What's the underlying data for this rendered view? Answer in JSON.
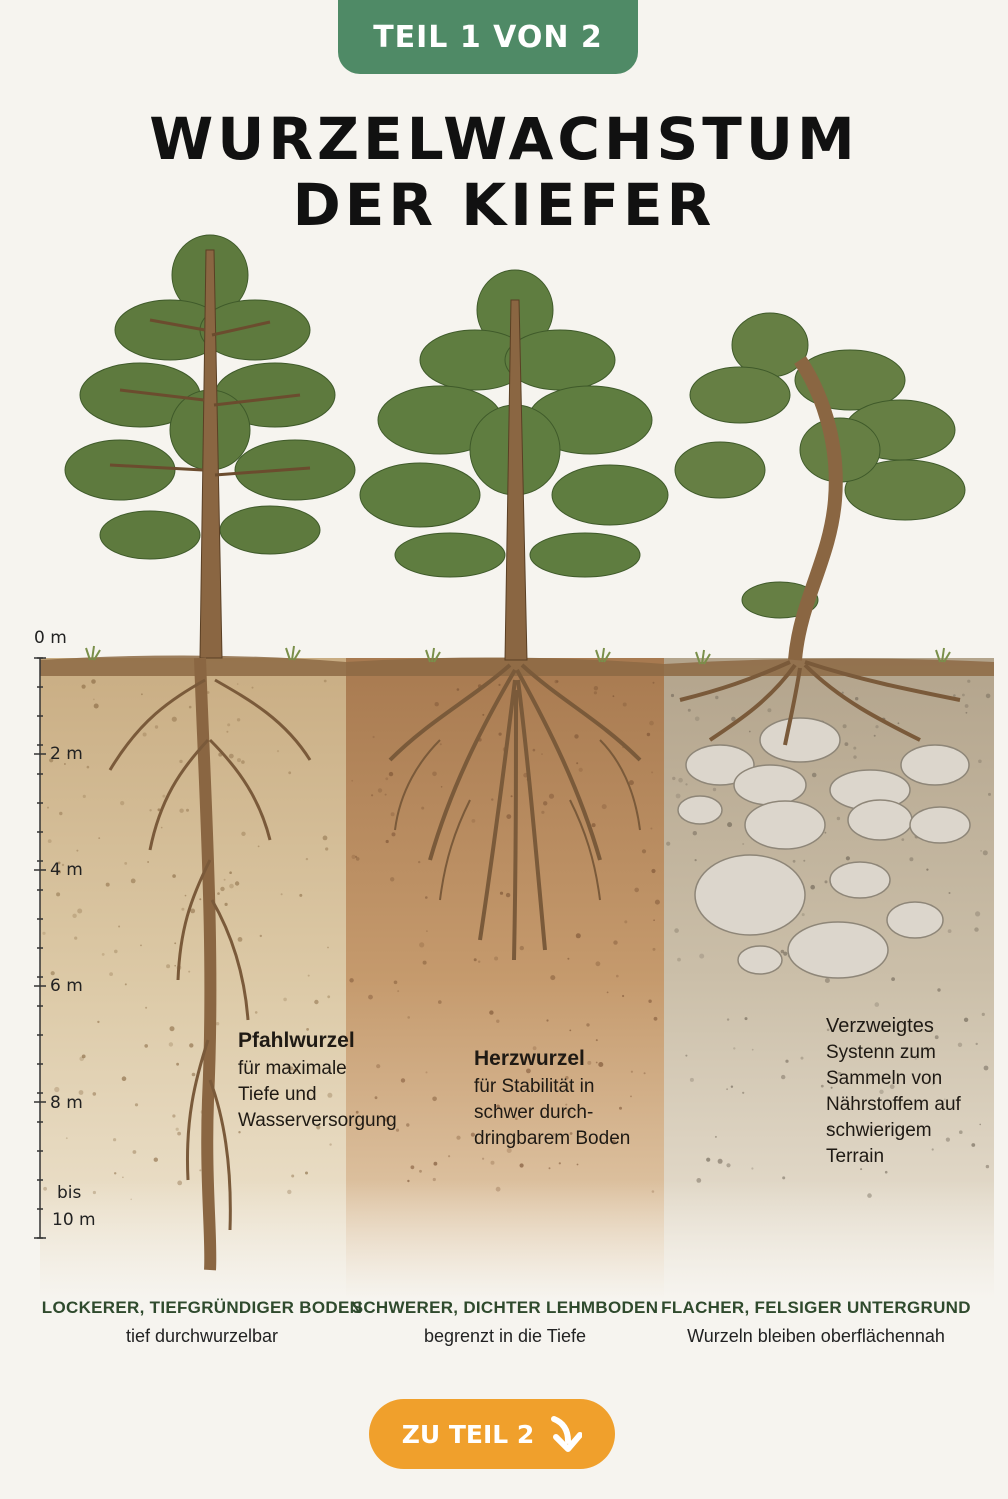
{
  "header": {
    "badge": "TEIL 1 VON 2",
    "title_line1": "WURZELWACHSTUM",
    "title_line2": "DER KIEFER"
  },
  "depth_scale": {
    "labels": [
      "0 m",
      "2 m",
      "4 m",
      "6 m",
      "8 m"
    ],
    "bottom_label_1": "bis",
    "bottom_label_2": "10 m"
  },
  "trees": [
    {
      "root_type": "Pfahlwurzel",
      "description": [
        "für maximale",
        "Tiefe und",
        "Wasserversorgung"
      ],
      "soil_title": "LOCKERER, TIEFGRÜNDIGER BODEN",
      "soil_subtitle": "tief durchwurzelbar"
    },
    {
      "root_type": "Herzwurzel",
      "description": [
        "für Stabilität in",
        "schwer durch-",
        "dringbarem Boden"
      ],
      "soil_title": "SCHWERER, DICHTER LEHMBODEN",
      "soil_subtitle": "begrenzt in die Tiefe"
    },
    {
      "root_type": "Verzweigtes",
      "description": [
        "Systenn zum",
        "Sammeln von",
        "Nährstoffem auf",
        "schwierigem",
        "Terrain"
      ],
      "soil_title": "FLACHER, FELSIGER UNTERGRUND",
      "soil_subtitle": "Wurzeln bleiben oberflächennah"
    }
  ],
  "footer": {
    "next_button": "ZU TEIL 2",
    "arrow_icon": "arrow-down-right-icon"
  },
  "colors": {
    "badge_green": "#4f8a66",
    "button_orange": "#f0a02c",
    "soil_sandy": "#dcc9a6",
    "soil_clay": "#c59a6d",
    "soil_rocky": "#c8bba6"
  }
}
